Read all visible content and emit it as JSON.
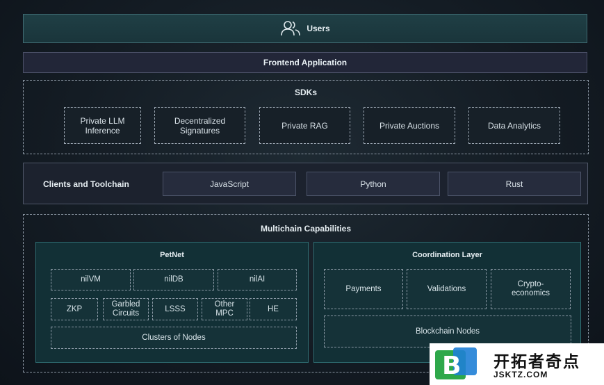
{
  "users": {
    "label": "Users",
    "icon": "users-icon"
  },
  "frontend": {
    "label": "Frontend Application"
  },
  "sdks": {
    "title": "SDKs",
    "items": [
      "Private LLM Inference",
      "Decentralized Signatures",
      "Private RAG",
      "Private Auctions",
      "Data Analytics"
    ]
  },
  "clients": {
    "title": "Clients and Toolchain",
    "items": [
      "JavaScript",
      "Python",
      "Rust"
    ]
  },
  "multichain": {
    "title": "Multichain Capabilities",
    "petnet": {
      "title": "PetNet",
      "row1": [
        "nilVM",
        "nilDB",
        "nilAI"
      ],
      "row2": [
        "ZKP",
        "Garbled Circuits",
        "LSSS",
        "Other MPC",
        "HE"
      ],
      "clusters": "Clusters of Nodes"
    },
    "coordination": {
      "title": "Coordination Layer",
      "items": [
        "Payments",
        "Validations",
        "Crypto-economics"
      ],
      "blockchain": "Blockchain Nodes"
    }
  },
  "watermark": {
    "logo_letter": "B",
    "text_cn": "开拓者奇点",
    "url": "JSKTZ.COM"
  },
  "colors": {
    "background": "#141c24",
    "teal_panel": "#123036",
    "teal_border": "#2f6e73",
    "users_bg": "#1f3f45",
    "frontend_bg": "#222638",
    "logo_green": "#2ea84a",
    "logo_blue": "#1f7fd6"
  }
}
